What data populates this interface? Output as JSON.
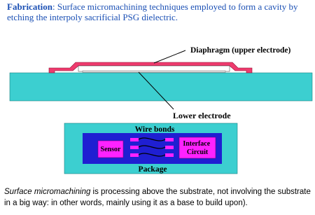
{
  "header": {
    "bold_prefix": "Fabrication",
    "text": ": Surface micromachining techniques employed to form a cavity by etching the interpoly sacrificial PSG dielectric."
  },
  "cross_section": {
    "diaphragm_label": "Diaphragm (upper electrode)",
    "lower_electrode_label": "Lower electrode"
  },
  "package_diagram": {
    "wire_bonds_label": "Wire bonds",
    "sensor_label": "Sensor",
    "interface_circuit_label": "Interface Circuit",
    "package_label": "Package"
  },
  "footer": {
    "italic_prefix": "Surface micromachining",
    "text": " is processing above the substrate, not involving the substrate in a big way: in other words, mainly using it as a base to build upon)."
  },
  "colors": {
    "header_text": "#1a4fb4",
    "substrate": "#3ccfd0",
    "diaphragm": "#ee3b6e",
    "package_bg": "#3ccfd0",
    "package_inner": "#1f1fd2",
    "chip": "#ff22ff"
  }
}
